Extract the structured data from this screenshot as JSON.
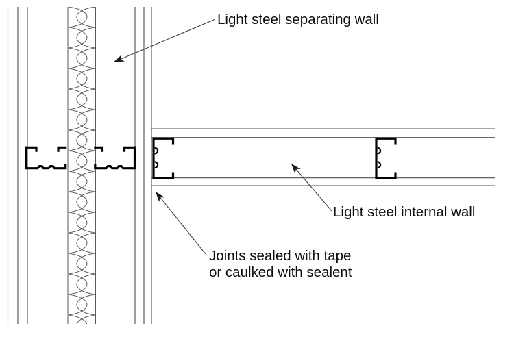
{
  "diagram": {
    "type": "construction-detail-plan",
    "labels": {
      "separating_wall": "Light steel separating wall",
      "internal_wall": "Light steel internal wall",
      "joints_line1": "Joints sealed with tape",
      "joints_line2": "or caulked with sealent"
    },
    "colors": {
      "background": "#ffffff",
      "thin_line": "#4f4f4f",
      "steel_profile": "#000000",
      "arrowhead": "#1a1a1a",
      "text": "#0d0d0d"
    }
  }
}
